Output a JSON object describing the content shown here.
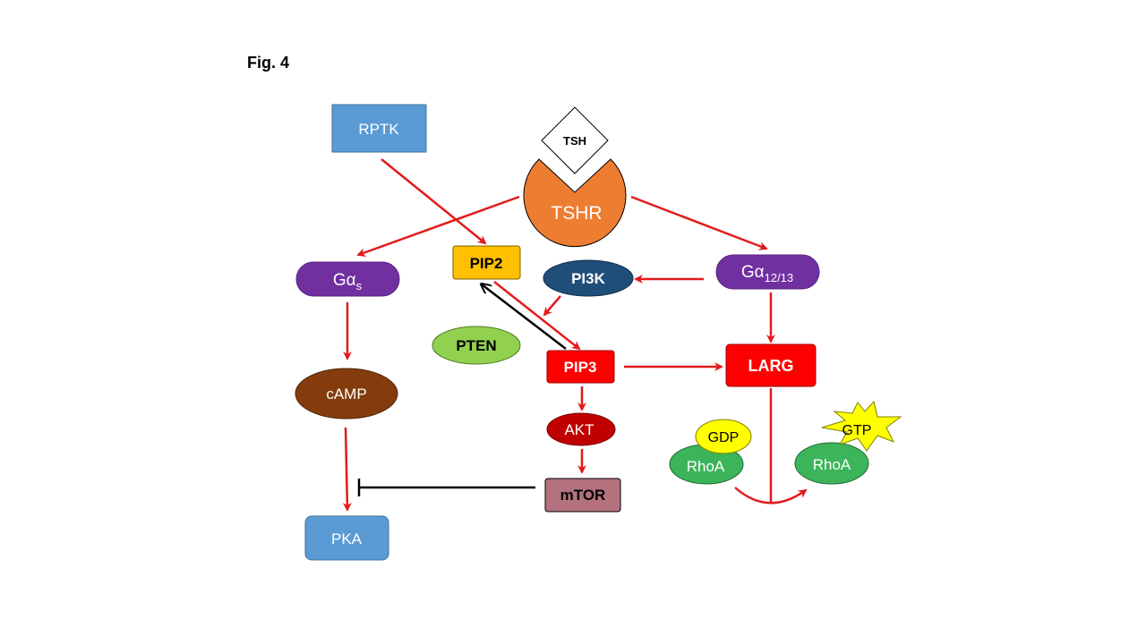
{
  "figure_label": "Fig. 4",
  "nodes": {
    "rptk": {
      "label": "RPTK",
      "color": "#5B9BD5"
    },
    "tsh": {
      "label": "TSH",
      "color": "#ffffff"
    },
    "tshr": {
      "label": "TSHR",
      "color": "#ED7D31"
    },
    "gas": {
      "label_main": "Gα",
      "label_sub": "s",
      "color": "#7030A0"
    },
    "pip2": {
      "label": "PIP2",
      "color": "#FFC000"
    },
    "pi3k": {
      "label": "PI3K",
      "color": "#1F4E79"
    },
    "ga1213": {
      "label_main": "Gα",
      "label_sub": "12/13",
      "color": "#7030A0"
    },
    "pten": {
      "label": "PTEN",
      "color": "#92D050"
    },
    "pip3": {
      "label": "PIP3",
      "color": "#FF0000"
    },
    "larg": {
      "label": "LARG",
      "color": "#FF0000"
    },
    "camp": {
      "label": "cAMP",
      "color": "#843C0C"
    },
    "akt": {
      "label": "AKT",
      "color": "#C00000"
    },
    "gdp": {
      "label": "GDP",
      "color": "#FFFF00"
    },
    "rhoa_gdp": {
      "label": "RhoA",
      "color": "#3CB55A"
    },
    "gtp": {
      "label": "GTP",
      "color": "#FFFF00"
    },
    "rhoa_gtp": {
      "label": "RhoA",
      "color": "#3CB55A"
    },
    "mtor": {
      "label": "mTOR",
      "color": "#B4727F"
    },
    "pka": {
      "label": "PKA",
      "color": "#5B9BD5"
    }
  },
  "colors": {
    "activation_arrow": "#E31B1B",
    "feedback_arrow": "#000000",
    "inhibition": "#000000"
  }
}
